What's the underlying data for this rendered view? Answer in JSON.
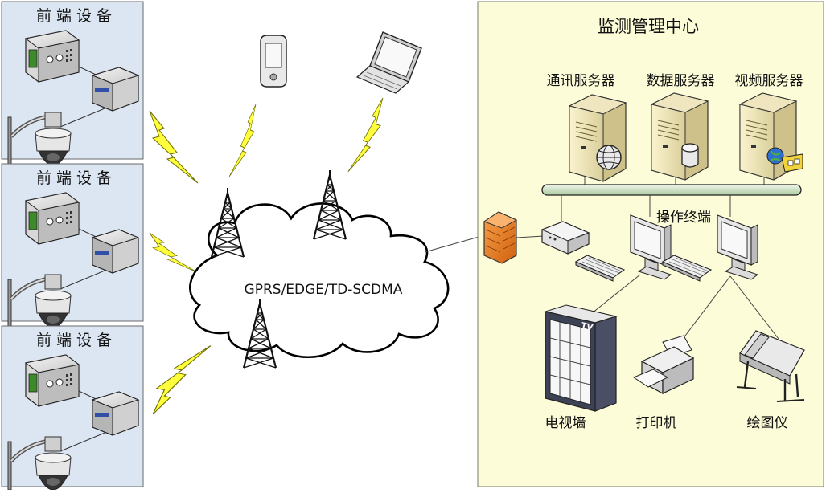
{
  "front_panels": [
    {
      "title": "前 端 设 备"
    },
    {
      "title": "前 端 设 备"
    },
    {
      "title": "前 端 设 备"
    }
  ],
  "network": {
    "cloud_label": "GPRS/EDGE/TD-SCDMA"
  },
  "center": {
    "title": "监测管理中心",
    "servers": [
      {
        "label": "通讯服务器",
        "badge": "globe-icon"
      },
      {
        "label": "数据服务器",
        "badge": "database-icon"
      },
      {
        "label": "视频服务器",
        "badge": "video-folder-icon"
      }
    ],
    "terminal_label": "操作终端",
    "outputs": [
      {
        "label": "电视墙",
        "badge_text": "TV"
      },
      {
        "label": "打印机"
      },
      {
        "label": "绘图仪"
      }
    ]
  },
  "colors": {
    "front_panel_bg": "#dce6f2",
    "center_bg": "#fdfcd8",
    "lightning": "#ffff3c",
    "bus": "#d7e8cf",
    "firewall": "#e8781c"
  }
}
